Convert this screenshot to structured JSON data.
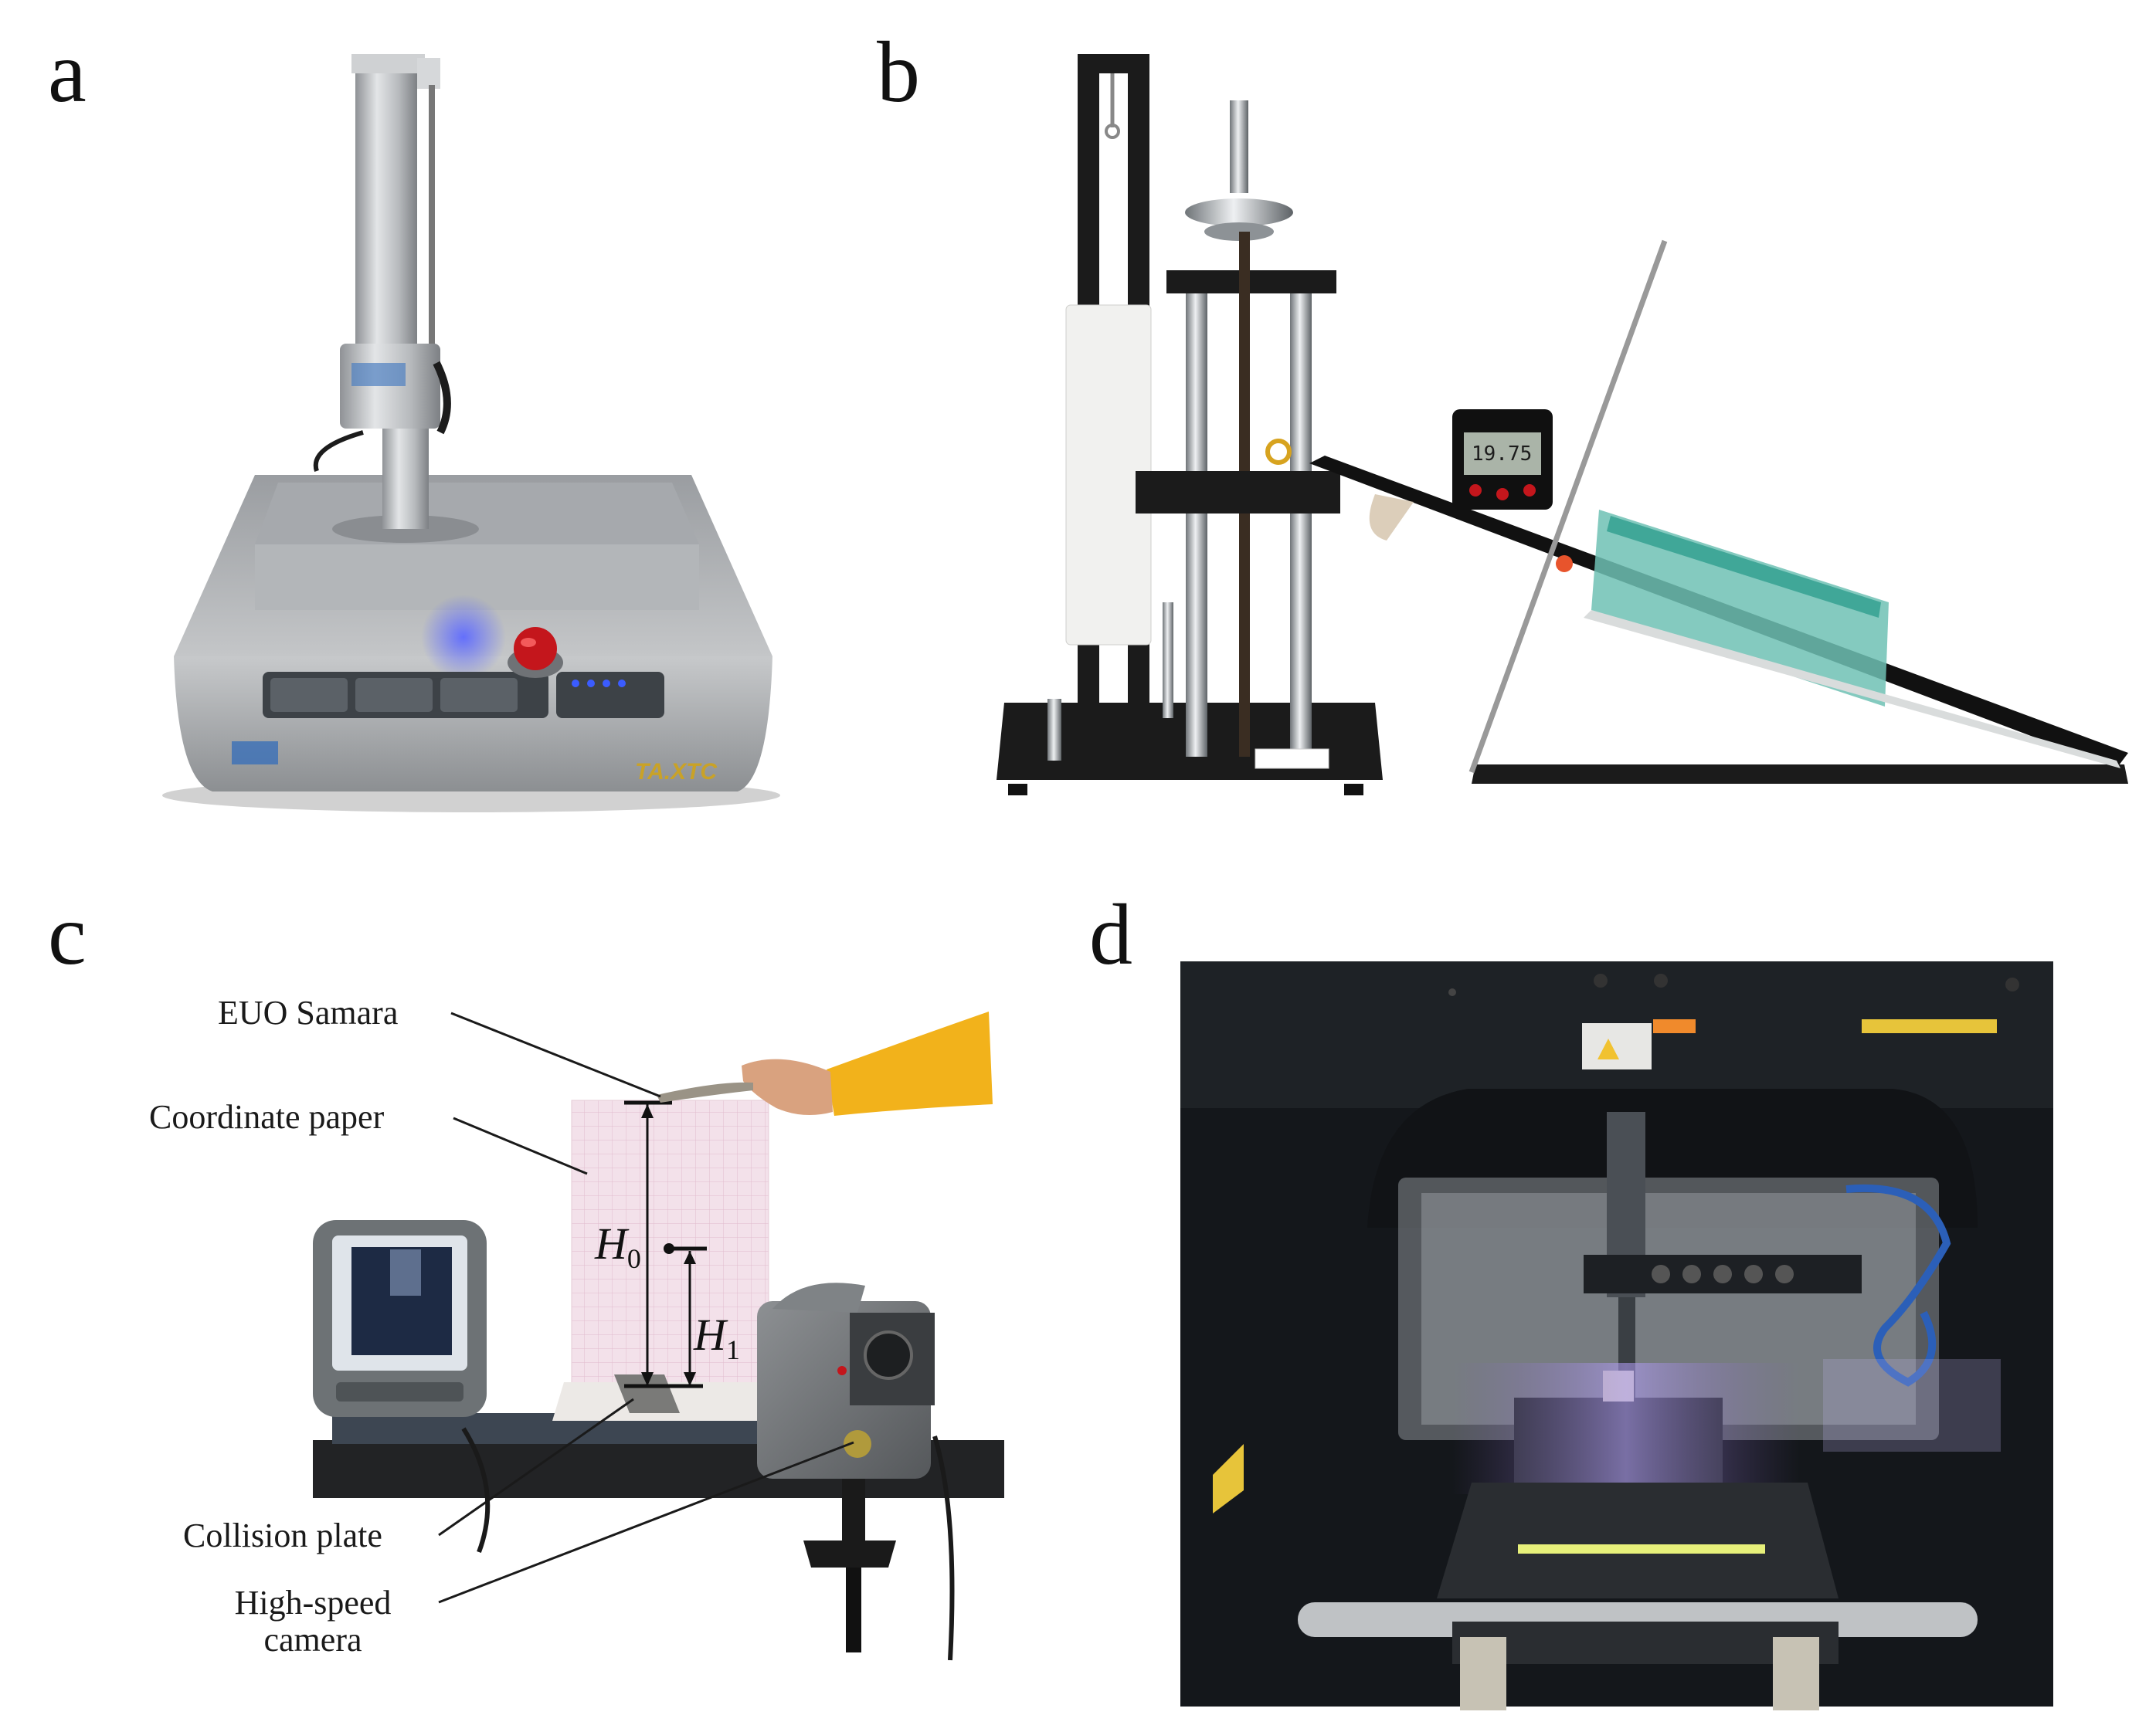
{
  "panels": [
    {
      "id": "a",
      "letter": "a"
    },
    {
      "id": "b",
      "letter": "b"
    },
    {
      "id": "c",
      "letter": "c"
    },
    {
      "id": "d",
      "letter": "d"
    }
  ],
  "panel_a": {
    "brand_label": "TA.XTC"
  },
  "panel_b": {
    "display_reading": "19.75"
  },
  "panel_c": {
    "labels": {
      "samara": "EUO Samara",
      "paper": "Coordinate paper",
      "plate": "Collision plate",
      "camera_line1": "High-speed",
      "camera_line2": "camera"
    },
    "h0_var": "H",
    "h0_sub": "0",
    "h1_var": "H",
    "h1_sub": "1"
  },
  "colors": {
    "background": "#ffffff",
    "sleeve_yellow": "#f2b21b",
    "coordinate_paper": "#f1dde8",
    "machine_silver": "#b9bcbf",
    "frame_black": "#1b1b1b",
    "led_blue": "#3b5cff",
    "estop_red": "#c4161c",
    "pointer_red": "#e8542c",
    "sample_teal": "#3fb0a2"
  },
  "icons": {
    "estop": "red-emergency-stop-button",
    "camera": "high-speed-camera",
    "hand": "hand-holding-samara"
  }
}
